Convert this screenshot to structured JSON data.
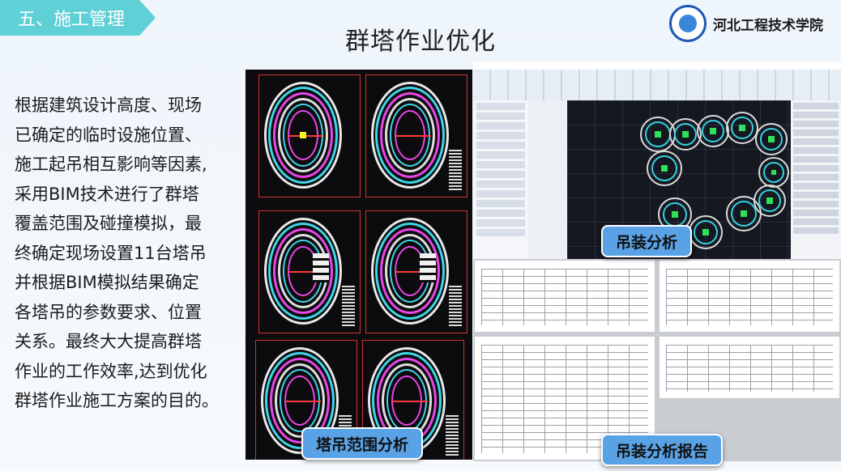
{
  "header": {
    "section_tab": "五、施工管理",
    "title": "群塔作业优化",
    "logo_name": "河北工程技术学院"
  },
  "description": {
    "lines": [
      "根据建筑设计高度、现场",
      "已确定的临时设施位置、",
      "施工起吊相互影响等因素,",
      "采用BIM技术进行了群塔",
      "覆盖范围及碰撞模拟，最",
      "终确定现场设置11台塔吊",
      "并根据BIM模拟结果确定",
      "各塔吊的参数要求、位置",
      "关系。最终大大提高群塔",
      "作业的工作效率,达到优化",
      "群塔作业施工方案的目的。"
    ]
  },
  "labels": {
    "crane_range": "塔吊范围分析",
    "hoisting": "吊装分析",
    "hoisting_report": "吊装分析报告"
  },
  "colors": {
    "section_tab": "#5fd0d6",
    "label_bg": "#5aa2e6",
    "cad_bg": "#0c0c0e"
  }
}
